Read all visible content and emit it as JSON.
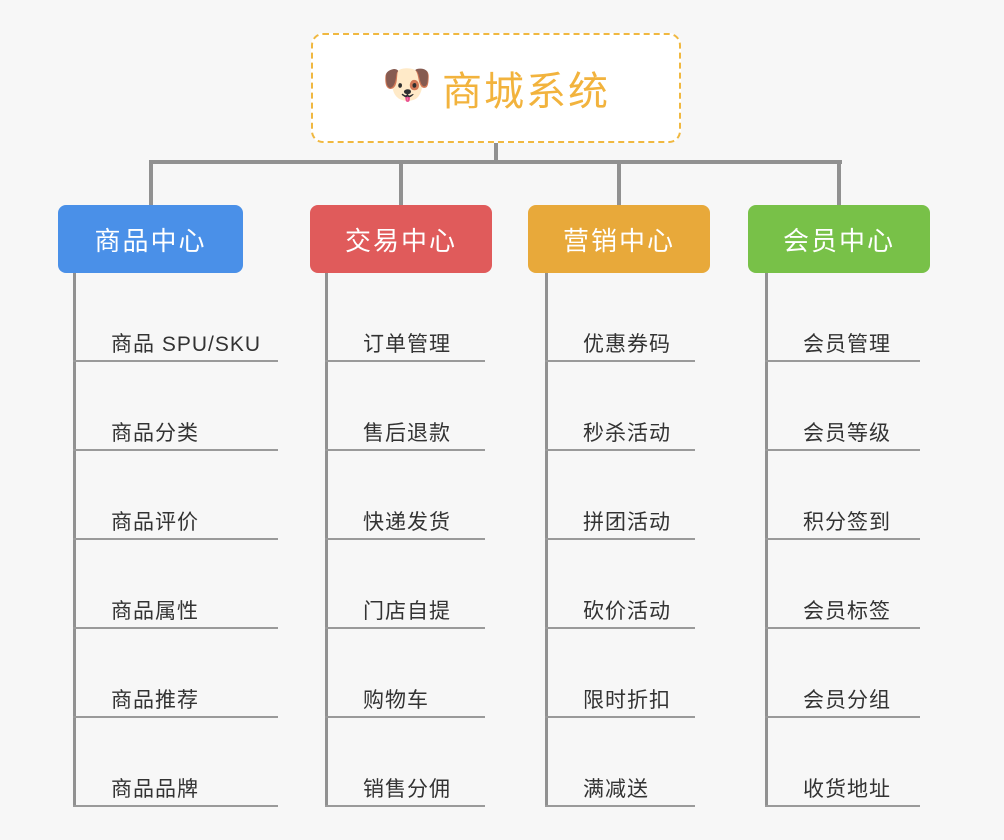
{
  "diagram": {
    "title": "商城系统",
    "root": {
      "label": "商城系统",
      "icon": "shiba-dog-face-icon",
      "emoji": "🐶",
      "text_color": "#f2b33d",
      "border_color": "#f0b840",
      "background": "#ffffff"
    },
    "page_background": "#f7f7f7",
    "connector_color": "#919191",
    "branches": [
      {
        "id": "product-center",
        "label": "商品中心",
        "color": "#4a90e8",
        "leaves": [
          "商品 SPU/SKU",
          "商品分类",
          "商品评价",
          "商品属性",
          "商品推荐",
          "商品品牌"
        ]
      },
      {
        "id": "trade-center",
        "label": "交易中心",
        "color": "#e05b5b",
        "leaves": [
          "订单管理",
          "售后退款",
          "快递发货",
          "门店自提",
          "购物车",
          "销售分佣"
        ]
      },
      {
        "id": "marketing-center",
        "label": "营销中心",
        "color": "#e8a93a",
        "leaves": [
          "优惠券码",
          "秒杀活动",
          "拼团活动",
          "砍价活动",
          "限时折扣",
          "满减送"
        ]
      },
      {
        "id": "member-center",
        "label": "会员中心",
        "color": "#78c148",
        "leaves": [
          "会员管理",
          "会员等级",
          "积分签到",
          "会员标签",
          "会员分组",
          "收货地址"
        ]
      }
    ]
  }
}
